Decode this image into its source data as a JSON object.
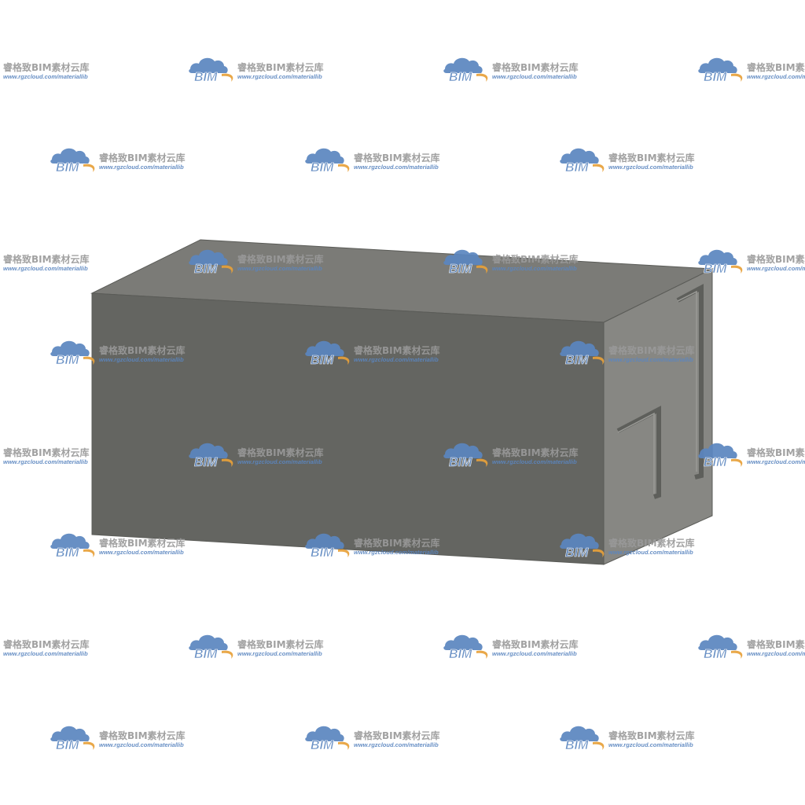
{
  "watermark": {
    "badge": "BIM",
    "brand": "睿格致BIM素材云库",
    "url": "www.rgzcloud.com/materiallib",
    "colors": {
      "cloud": "#5b86c0",
      "swoosh": "#e8a13a",
      "brand_text": "#9a9a9a",
      "url_text": "#5b86c0"
    }
  },
  "model": {
    "icon": "box-3d-model",
    "colors": {
      "top_face": "#7b7b77",
      "front_face": "#646561",
      "side_face": "#878783",
      "edge": "#5a5b57",
      "groove": "#5e5f5b",
      "groove_light": "#9a9a96"
    }
  }
}
